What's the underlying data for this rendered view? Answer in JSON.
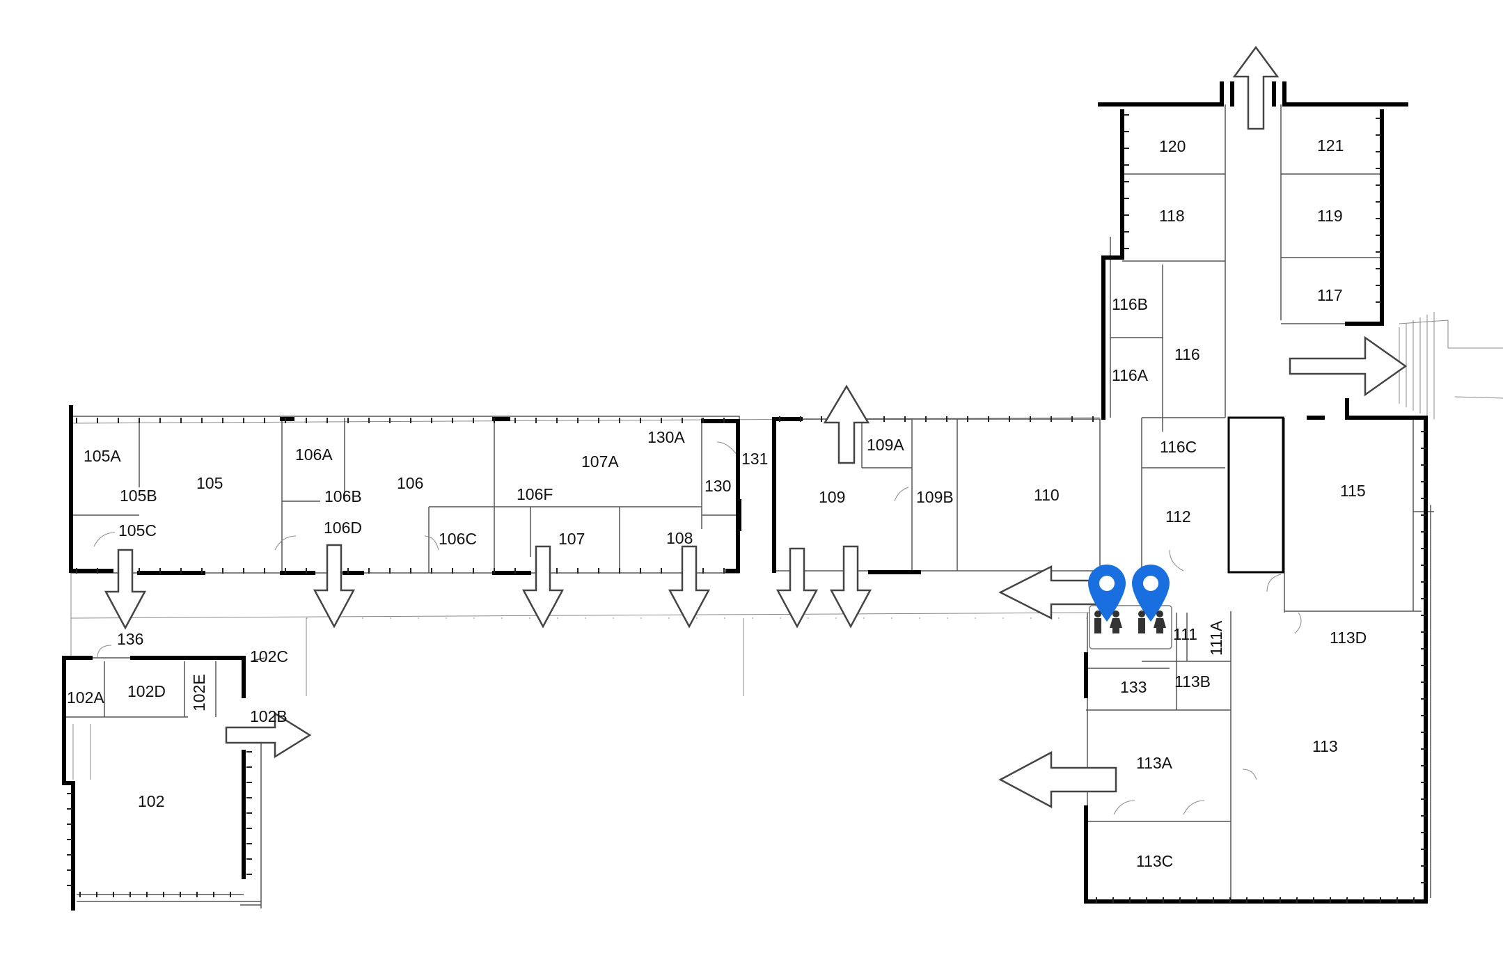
{
  "rooms": [
    {
      "id": "r105A",
      "label": "105A"
    },
    {
      "id": "r105",
      "label": "105"
    },
    {
      "id": "r105B",
      "label": "105B"
    },
    {
      "id": "r105C",
      "label": "105C"
    },
    {
      "id": "r106A",
      "label": "106A"
    },
    {
      "id": "r106",
      "label": "106"
    },
    {
      "id": "r106B",
      "label": "106B"
    },
    {
      "id": "r106D",
      "label": "106D"
    },
    {
      "id": "r106C",
      "label": "106C"
    },
    {
      "id": "r106F",
      "label": "106F"
    },
    {
      "id": "r107A",
      "label": "107A"
    },
    {
      "id": "r107",
      "label": "107"
    },
    {
      "id": "r130A",
      "label": "130A"
    },
    {
      "id": "r108",
      "label": "108"
    },
    {
      "id": "r130",
      "label": "130"
    },
    {
      "id": "r131",
      "label": "131"
    },
    {
      "id": "r109A",
      "label": "109A"
    },
    {
      "id": "r109",
      "label": "109"
    },
    {
      "id": "r109B",
      "label": "109B"
    },
    {
      "id": "r110",
      "label": "110"
    },
    {
      "id": "r116C",
      "label": "116C"
    },
    {
      "id": "r112",
      "label": "112"
    },
    {
      "id": "r115",
      "label": "115"
    },
    {
      "id": "r120",
      "label": "120"
    },
    {
      "id": "r121",
      "label": "121"
    },
    {
      "id": "r118",
      "label": "118"
    },
    {
      "id": "r119",
      "label": "119"
    },
    {
      "id": "r117",
      "label": "117"
    },
    {
      "id": "r116B",
      "label": "116B"
    },
    {
      "id": "r116",
      "label": "116"
    },
    {
      "id": "r116A",
      "label": "116A"
    },
    {
      "id": "r136",
      "label": "136"
    },
    {
      "id": "r102A",
      "label": "102A"
    },
    {
      "id": "r102D",
      "label": "102D"
    },
    {
      "id": "r102E",
      "label": "102E"
    },
    {
      "id": "r102C",
      "label": "102C"
    },
    {
      "id": "r102B",
      "label": "102B"
    },
    {
      "id": "r102",
      "label": "102"
    },
    {
      "id": "r111",
      "label": "111"
    },
    {
      "id": "r111A",
      "label": "111A"
    },
    {
      "id": "r113D",
      "label": "113D"
    },
    {
      "id": "r133",
      "label": "133"
    },
    {
      "id": "r113B",
      "label": "113B"
    },
    {
      "id": "r113",
      "label": "113"
    },
    {
      "id": "r113A",
      "label": "113A"
    },
    {
      "id": "r113C",
      "label": "113C"
    }
  ],
  "markers": [
    {
      "id": "restroom-marker-1",
      "icon": "map-pin-restroom-icon",
      "color": "#1a6fe0"
    },
    {
      "id": "restroom-marker-2",
      "icon": "map-pin-restroom-icon",
      "color": "#1a6fe0"
    }
  ],
  "exit_arrows": [
    {
      "id": "exit-arrow-105C",
      "direction": "down"
    },
    {
      "id": "exit-arrow-106D",
      "direction": "down"
    },
    {
      "id": "exit-arrow-107",
      "direction": "down"
    },
    {
      "id": "exit-arrow-108",
      "direction": "down"
    },
    {
      "id": "exit-arrow-109-left",
      "direction": "down"
    },
    {
      "id": "exit-arrow-109-right",
      "direction": "down"
    },
    {
      "id": "exit-arrow-109-top",
      "direction": "up"
    },
    {
      "id": "exit-arrow-north",
      "direction": "up"
    },
    {
      "id": "exit-arrow-east",
      "direction": "right"
    },
    {
      "id": "exit-arrow-102B",
      "direction": "right"
    },
    {
      "id": "exit-arrow-133",
      "direction": "left"
    },
    {
      "id": "exit-arrow-113A",
      "direction": "left"
    }
  ]
}
